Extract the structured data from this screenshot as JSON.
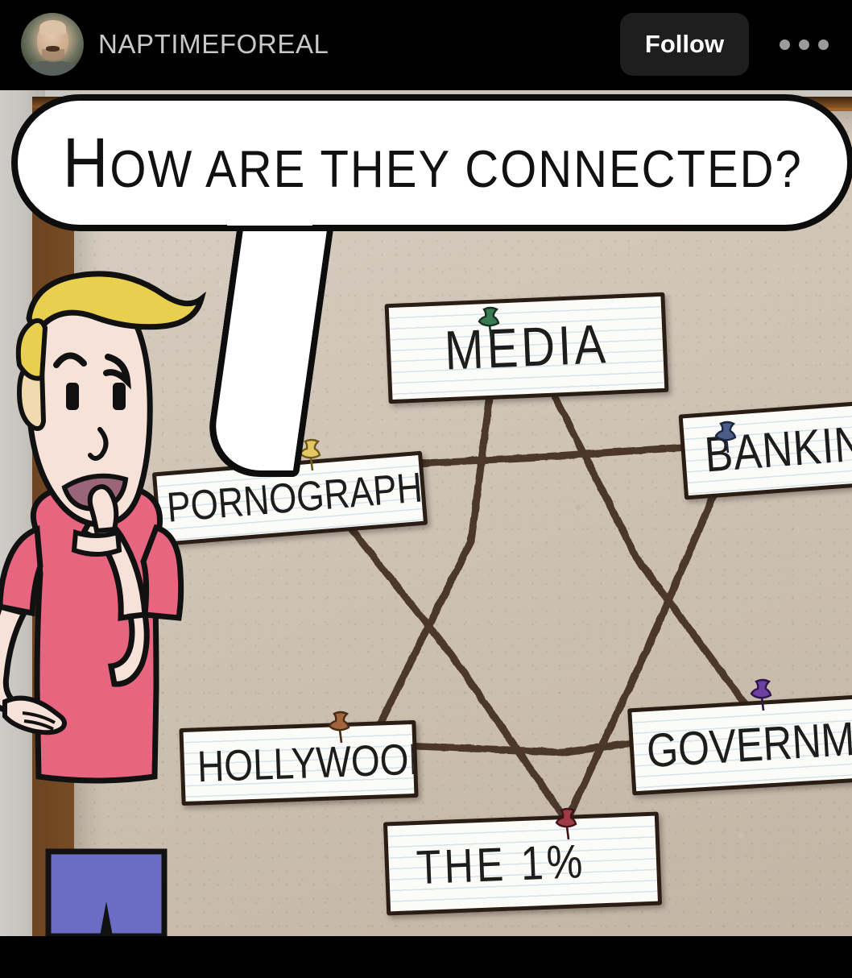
{
  "header": {
    "username": "NAPTIMEFOREAL",
    "follow_label": "Follow",
    "more_icon": "ellipsis-horizontal-icon",
    "avatar_icon": "user-avatar",
    "background_color": "#000000",
    "follow_button_color": "#1e1e1e",
    "username_color": "#c8c8c8"
  },
  "meme": {
    "speech_bubble": {
      "first_letter": "H",
      "rest": "OW ARE THEY CONNECTED?",
      "full_text": "HOW ARE THEY CONNECTED?"
    },
    "board": {
      "frame_color": "#8b5624",
      "cork_color": "#cfc4b5",
      "string_color": "#4c372a"
    },
    "character": {
      "hair_color": "#e8cf4e",
      "skin_color": "#f6e2d8",
      "shirt_color": "#e8657f",
      "pants_color": "#6b6dc4",
      "pose": "hand-on-chin-thinking"
    },
    "cards": [
      {
        "id": "media",
        "label": "MEDIA",
        "pin_color": "#3a7a52",
        "pin_name": "pushpin-green"
      },
      {
        "id": "porn",
        "label": "PORNOGRAPHY",
        "pin_color": "#e3c765",
        "pin_name": "pushpin-yellow"
      },
      {
        "id": "banking",
        "label": "BANKING",
        "pin_color": "#4a5e87",
        "pin_name": "pushpin-blue"
      },
      {
        "id": "hollywood",
        "label": "HOLLYWOOD",
        "pin_color": "#a1643c",
        "pin_name": "pushpin-brown"
      },
      {
        "id": "gov",
        "label": "GOVERNMENT",
        "pin_color": "#6e3fa3",
        "pin_name": "pushpin-purple"
      },
      {
        "id": "onepct",
        "label": "THE  1%",
        "pin_color": "#9e3a44",
        "pin_name": "pushpin-red"
      }
    ],
    "connections": [
      [
        "media",
        "hollywood"
      ],
      [
        "media",
        "gov"
      ],
      [
        "porn",
        "banking"
      ],
      [
        "porn",
        "onepct"
      ],
      [
        "hollywood",
        "gov"
      ],
      [
        "banking",
        "onepct"
      ]
    ],
    "diagram_shape": "six-pointed-star"
  }
}
